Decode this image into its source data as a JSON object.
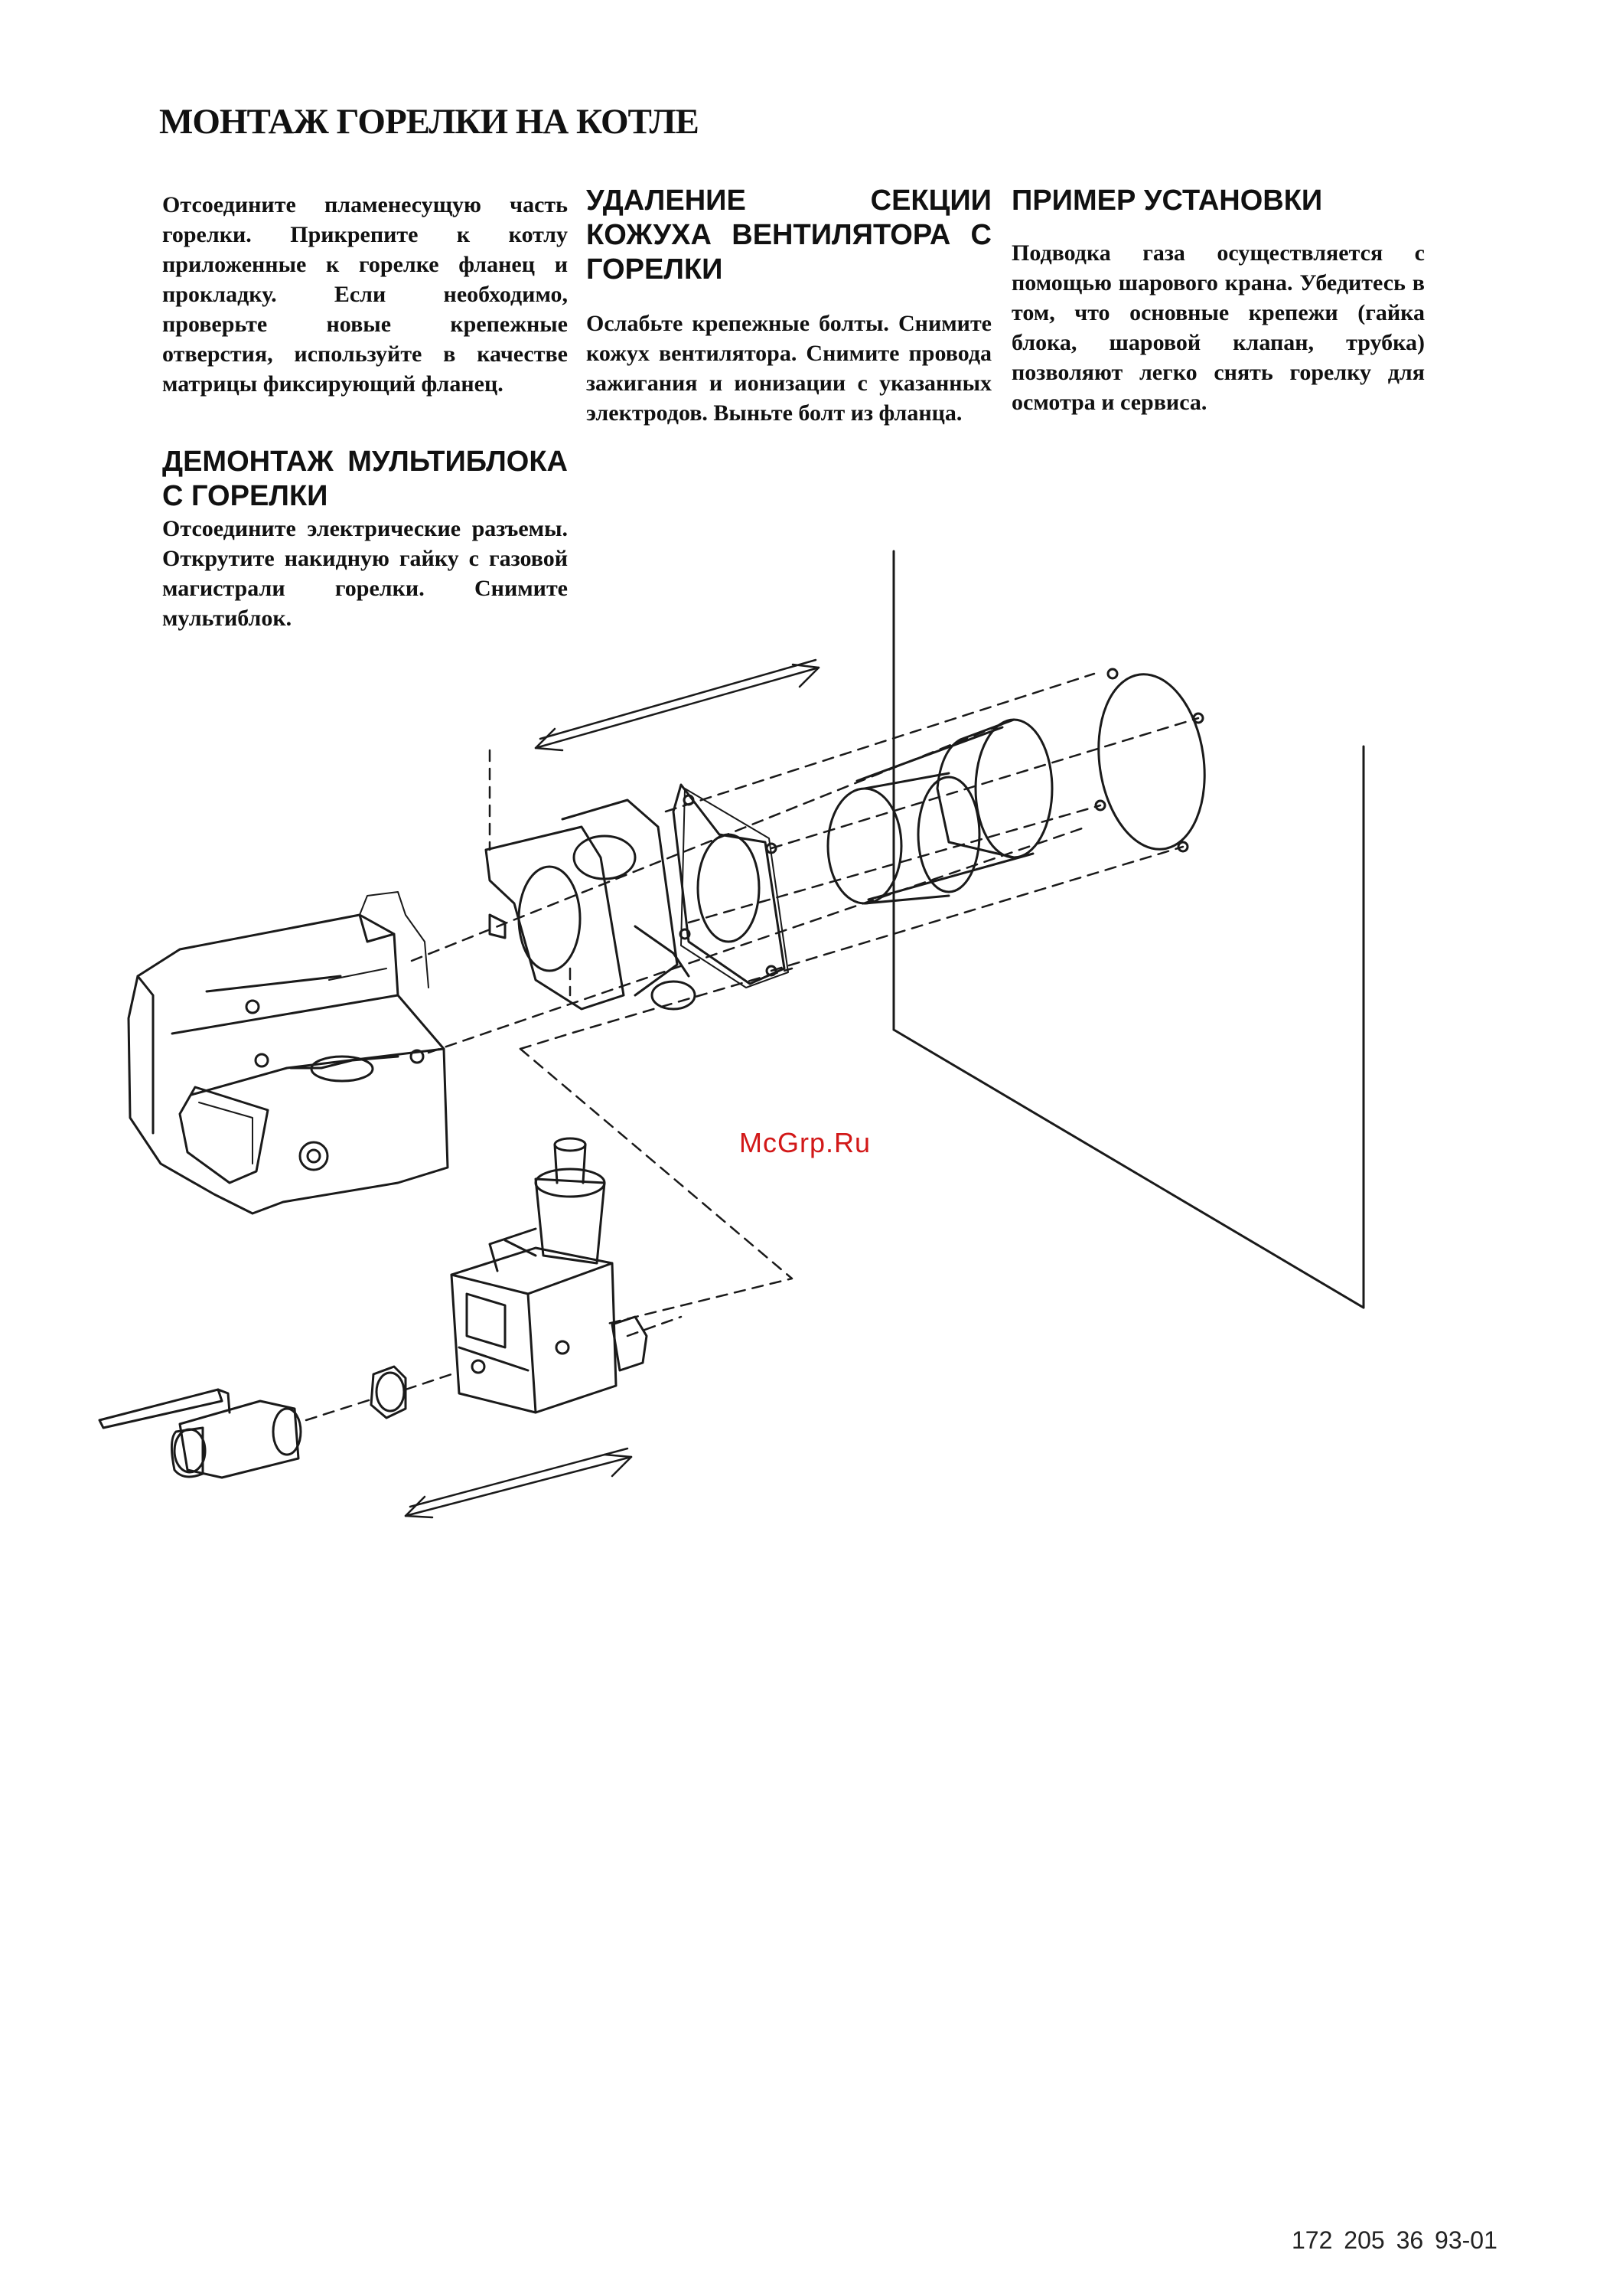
{
  "page": {
    "title": "МОНТАЖ ГОРЕЛКИ НА КОТЛЕ",
    "doc_number": "172 205 36  93-01",
    "watermark": "McGrp.Ru"
  },
  "sections": {
    "mounting": {
      "text": "Отсоедините пламенесущую часть горелки. Прикрепите к котлу приложенные к горелке фланец и прокладку. Если необходимо, проверьте новые крепежные отверстия, используйте в качестве матрицы фиксирующий фланец."
    },
    "multiblock": {
      "heading": "ДЕМОНТАЖ МУЛЬТИБЛОКА С ГОРЕЛКИ",
      "text": "Отсоедините электрические разъемы. Открутите накидную гайку с газовой магистрали горелки. Снимите мультиблок."
    },
    "fan_housing": {
      "heading": "УДАЛЕНИЕ СЕКЦИИ КОЖУХА ВЕНТИЛЯТОРА С ГОРЕЛКИ",
      "text": "Ослабьте крепежные болты. Снимите кожух вентилятора. Снимите провода зажигания и ионизации с указанных электродов. Выньте болт из фланца."
    },
    "example": {
      "heading": "ПРИМЕР УСТАНОВКИ",
      "text": "Подводка газа осуществляется с помощью шарового крана. Убедитесь в том, что основные крепежи (гайка блока, шаровой клапан, трубка) позволяют легко снять горелку для осмотра и сервиса."
    }
  },
  "diagram": {
    "parts": [
      "burner-body-icon",
      "fan-housing-flange-icon",
      "gasket-icon",
      "flame-tube-icon",
      "boiler-wall-icon",
      "gas-multiblock-icon",
      "ball-valve-icon",
      "pipe-nut-icon",
      "double-arrow-icon"
    ]
  }
}
